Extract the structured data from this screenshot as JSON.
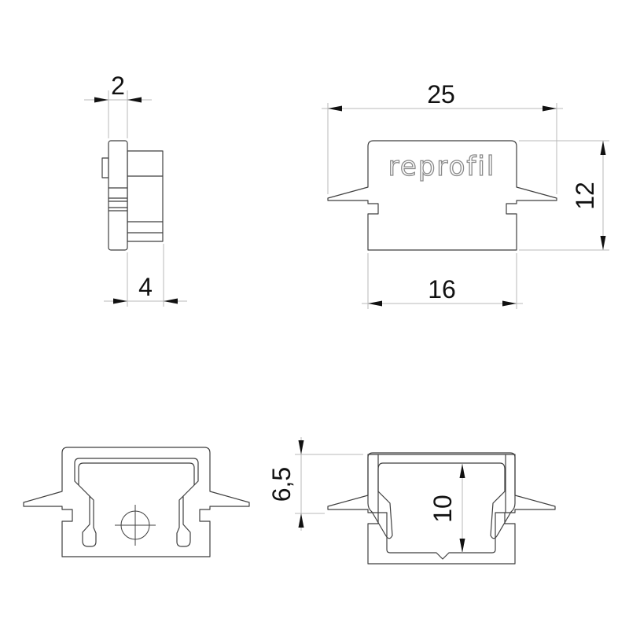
{
  "drawing": {
    "brand_logo": "reprofil",
    "colors": {
      "object_line": "#3f3f3f",
      "dimension_line": "#b9b9b9",
      "text": "#111111",
      "profile_fill": "#96969a",
      "cap_fill": "#d4d4d6",
      "logo_stroke": "#8a8a8a",
      "background": "#ffffff"
    },
    "views": {
      "side": {
        "dims": {
          "flange_thickness": "2",
          "total_depth": "4"
        }
      },
      "front": {
        "logo": "reprofil",
        "dims": {
          "total_width": "25",
          "height": "12",
          "body_width": "16"
        }
      },
      "back": {},
      "section": {
        "dims": {
          "top_to_wing": "6,5",
          "inner_height": "10"
        }
      }
    }
  }
}
